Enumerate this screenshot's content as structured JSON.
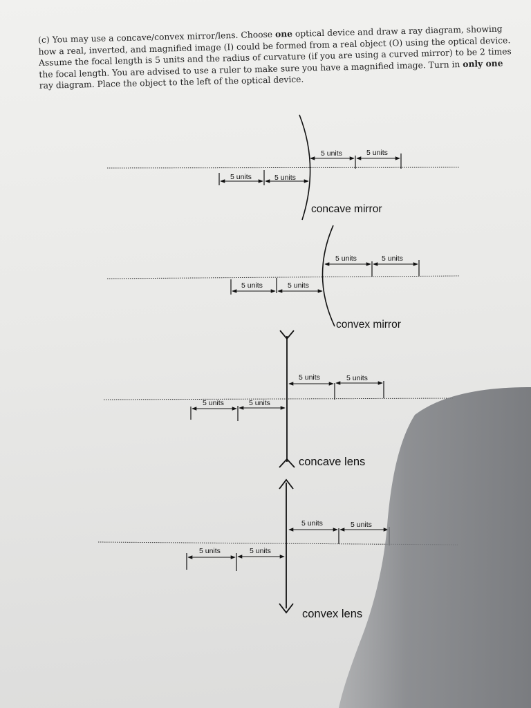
{
  "question": {
    "label": "(c)",
    "part1": "You may use a concave/convex mirror/lens. Choose",
    "bold1": "one",
    "part2": "optical device and draw a ray diagram, showing how a real, inverted, and magnified image (I) could be formed from a real object (O) using the optical device. Assume the focal length is 5 units and the radius of curvature (if you are using a curved mirror) to be 2 times the focal length. You are advised to use a ruler to make sure you have a magnified image. Turn in",
    "bold2": "only one",
    "part3": "ray diagram. Place the object to the left of the optical device."
  },
  "diagrams": [
    {
      "title": "concave mirror",
      "units": [
        "5 units",
        "5 units",
        "5 units",
        "5 units"
      ]
    },
    {
      "title": "convex mirror",
      "units": [
        "5 units",
        "5 units",
        "5 units",
        "5 units"
      ]
    },
    {
      "title": "concave lens",
      "units": [
        "5 units",
        "5 units",
        "5 units",
        "5 units"
      ]
    },
    {
      "title": "convex lens",
      "units": [
        "5 units",
        "5 units",
        "5 units",
        "5 units"
      ]
    }
  ],
  "colors": {
    "paper": "#eeeeec",
    "ink": "#111111",
    "shadow": "#7f8185"
  }
}
